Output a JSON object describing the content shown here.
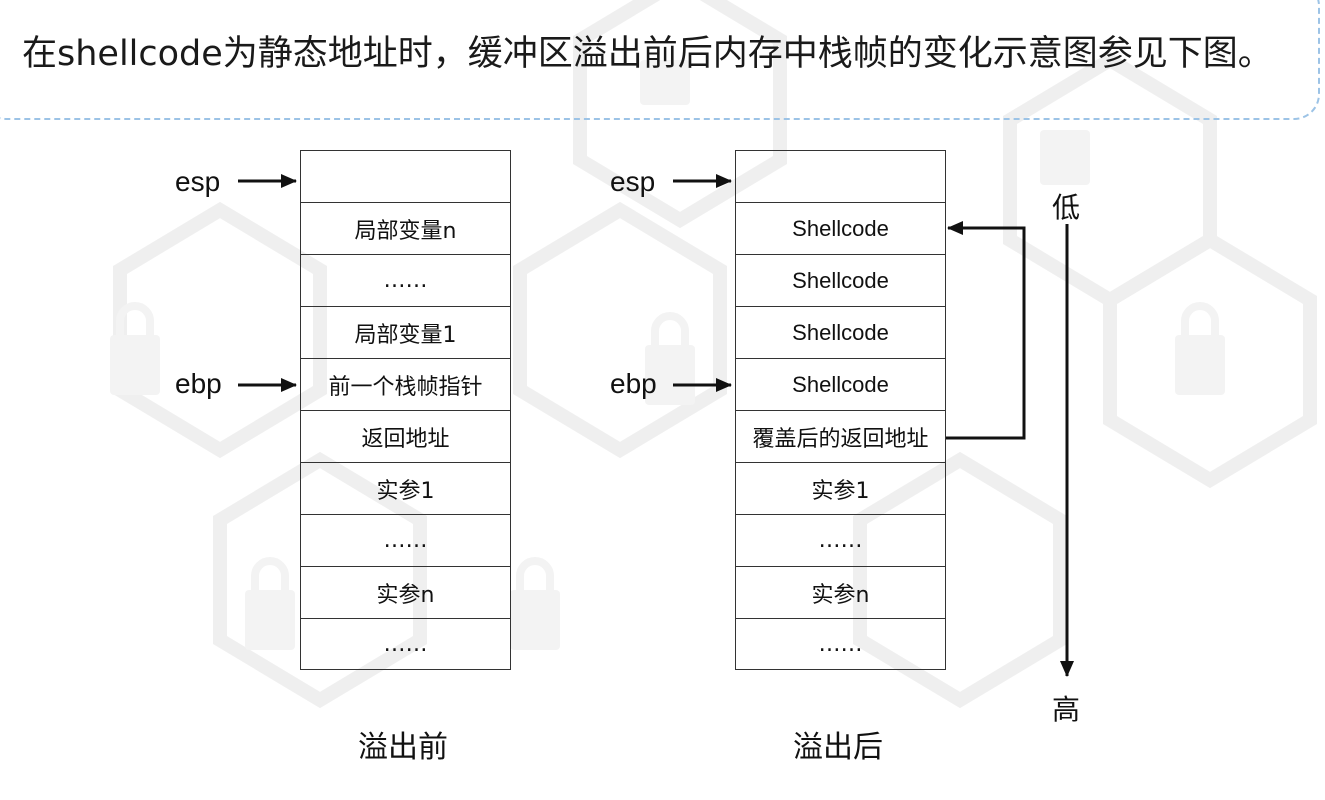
{
  "title": "在shellcode为静态地址时，缓冲区溢出前后内存中栈帧的变化示意图参见下图。",
  "before": {
    "caption": "溢出前",
    "esp_label": "esp",
    "ebp_label": "ebp",
    "cells": [
      "",
      "局部变量n",
      "……",
      "局部变量1",
      "前一个栈帧指针",
      "返回地址",
      "实参1",
      "……",
      "实参n",
      "……"
    ]
  },
  "after": {
    "caption": "溢出后",
    "esp_label": "esp",
    "ebp_label": "ebp",
    "cells": [
      "",
      "Shellcode",
      "Shellcode",
      "Shellcode",
      "Shellcode",
      "覆盖后的返回地址",
      "实参1",
      "……",
      "实参n",
      "……"
    ]
  },
  "direction": {
    "low": "低",
    "high": "高"
  },
  "colors": {
    "border": "#333333",
    "dashed_frame": "#9cc3e6",
    "hex_bg": "#f0f0f0"
  },
  "icons": [
    "lock-icon",
    "right-arrow-icon",
    "down-arrow-icon"
  ]
}
